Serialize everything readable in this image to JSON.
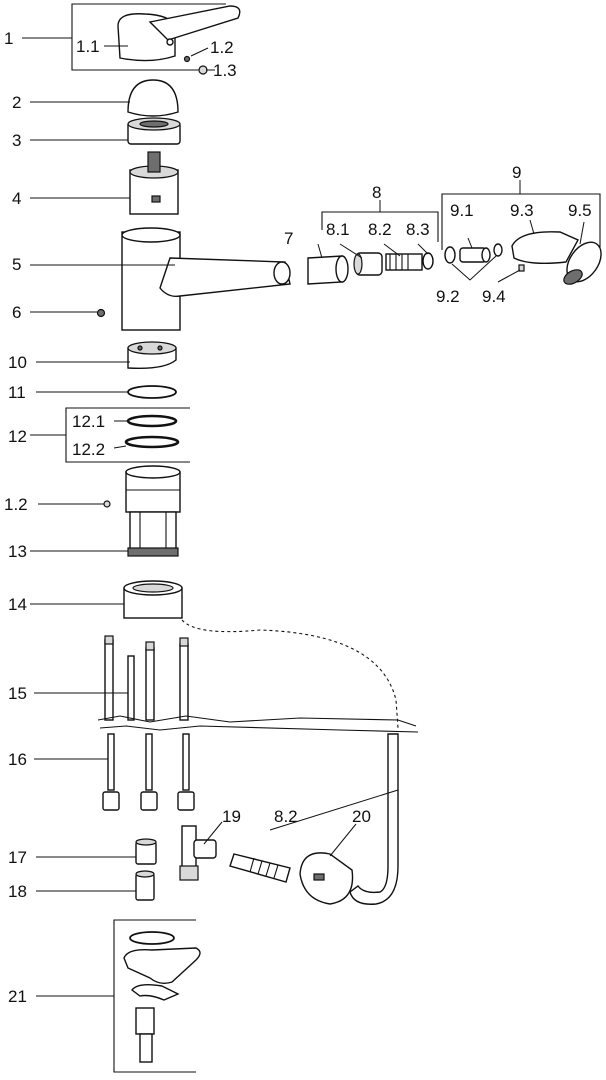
{
  "labels": {
    "l1": "1",
    "l1_1": "1.1",
    "l1_2a": "1.2",
    "l1_3": "1.3",
    "l2": "2",
    "l3": "3",
    "l4": "4",
    "l5": "5",
    "l6": "6",
    "l7": "7",
    "l8": "8",
    "l8_1": "8.1",
    "l8_2a": "8.2",
    "l8_3": "8.3",
    "l9": "9",
    "l9_1": "9.1",
    "l9_2": "9.2",
    "l9_3": "9.3",
    "l9_4": "9.4",
    "l9_5": "9.5",
    "l10": "10",
    "l11": "11",
    "l12": "12",
    "l12_1": "12.1",
    "l12_2": "12.2",
    "l1_2b": "1.2",
    "l13": "13",
    "l14": "14",
    "l15": "15",
    "l16": "16",
    "l17": "17",
    "l18": "18",
    "l19": "19",
    "l8_2b": "8.2",
    "l20": "20",
    "l21": "21"
  }
}
